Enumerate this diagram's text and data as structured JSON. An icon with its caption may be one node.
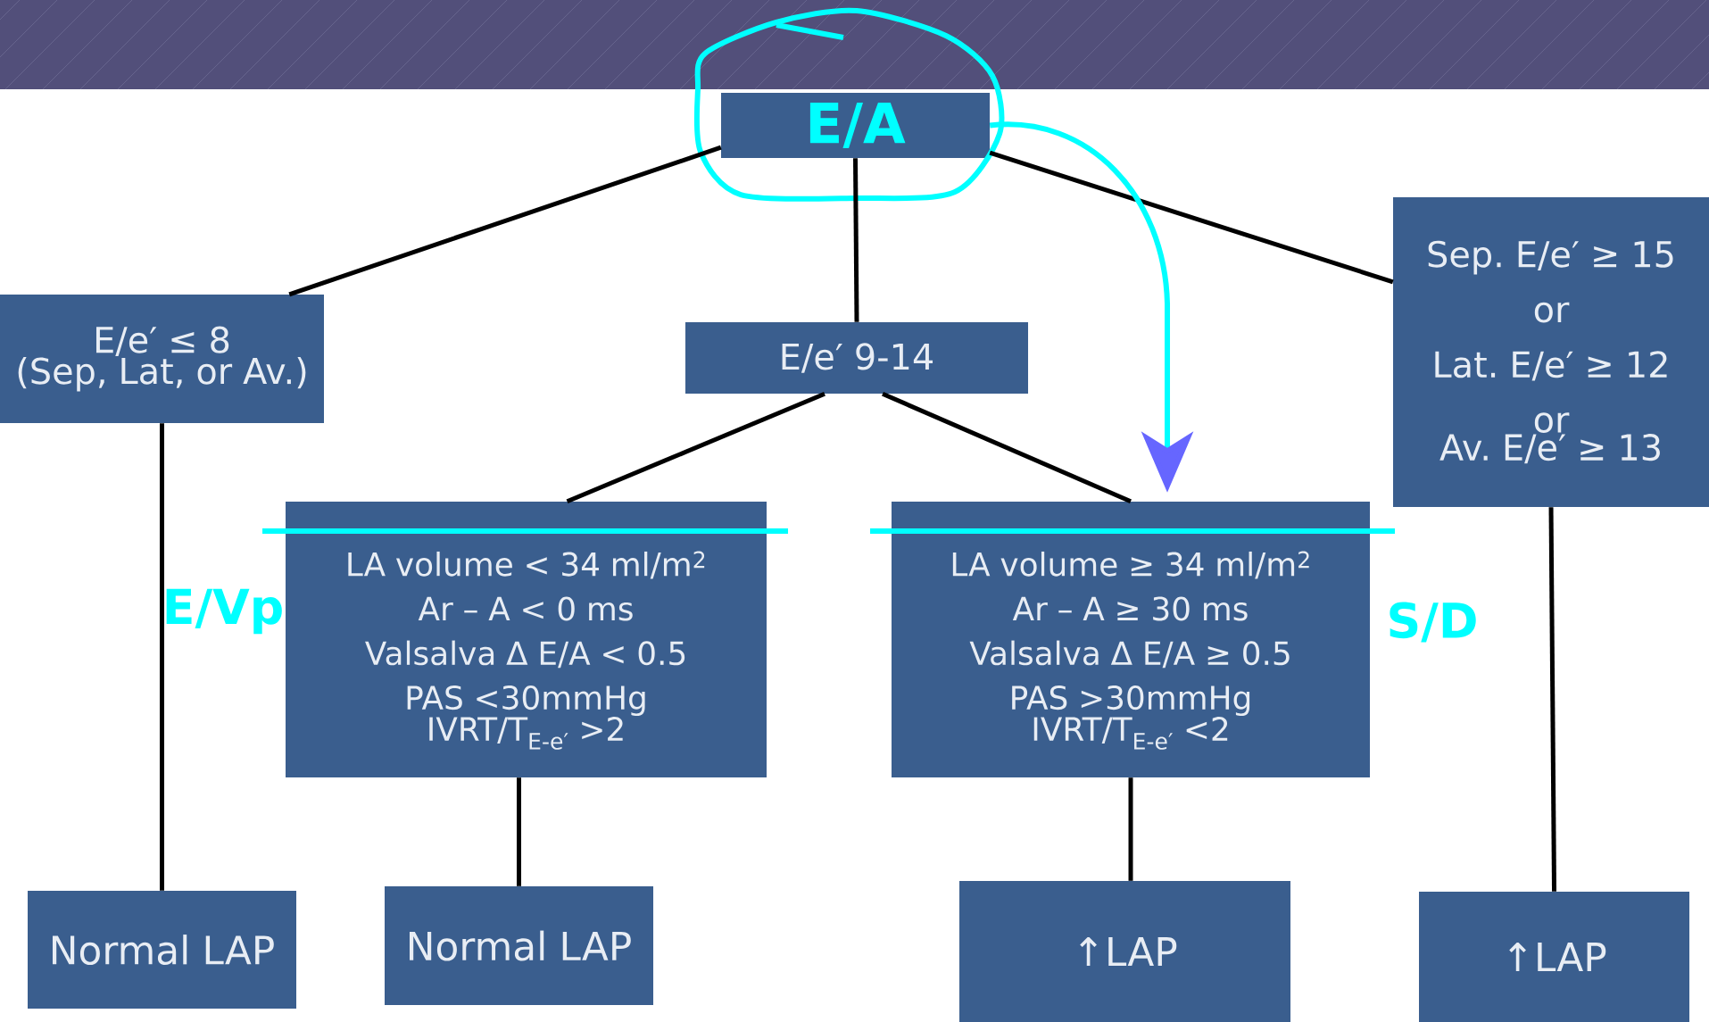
{
  "diagram": {
    "nodes": [
      {
        "text": [
          "E/A"
        ]
      },
      {
        "text": [
          "E/e′ ≤ 8",
          "(Sep, Lat, or Av.)"
        ]
      },
      {
        "text": [
          "E/e′ 9-14"
        ]
      },
      {
        "text": [
          "Sep. E/e′ ≥ 15",
          "or",
          "Lat. E/e′ ≥ 12",
          "or",
          "Av. E/e′ ≥ 13"
        ]
      },
      {
        "text": [
          "LA volume < 34 ml/m$^{2}$",
          "Ar – A < 0 ms",
          "Valsalva Δ E/A < 0.5",
          "PAS <30mmHg",
          "IVRT/T$_{E-e′}$ >2"
        ]
      },
      {
        "text": [
          "LA volume ≥ 34 ml/m$^{2}$",
          "Ar – A ≥ 30 ms",
          "Valsalva Δ E/A ≥ 0.5",
          "PAS >30mmHg",
          "IVRT/T$_{E-e′}$ <2"
        ]
      },
      {
        "text": [
          "Normal LAP"
        ]
      },
      {
        "text": [
          "Normal LAP"
        ]
      },
      {
        "text": [
          "↑LAP"
        ]
      },
      {
        "text": [
          "↑LAP"
        ]
      }
    ],
    "edges": [
      {
        "from": 0,
        "to": 1,
        "arrow": "none"
      },
      {
        "from": 0,
        "to": 2,
        "arrow": "none"
      },
      {
        "from": 0,
        "to": 3,
        "arrow": "none"
      },
      {
        "from": 2,
        "to": 4,
        "arrow": "none"
      },
      {
        "from": 2,
        "to": 5,
        "arrow": "none"
      },
      {
        "from": 1,
        "to": 6,
        "arrow": "none"
      },
      {
        "from": 4,
        "to": 7,
        "arrow": "none"
      },
      {
        "from": 5,
        "to": 8,
        "arrow": "none"
      },
      {
        "from": 3,
        "to": 9,
        "arrow": "none"
      },
      {
        "from": 0,
        "to": 5,
        "arrow": "to",
        "color": "#00ffff"
      }
    ],
    "labels": [
      "E/Vp",
      "S/D"
    ]
  }
}
